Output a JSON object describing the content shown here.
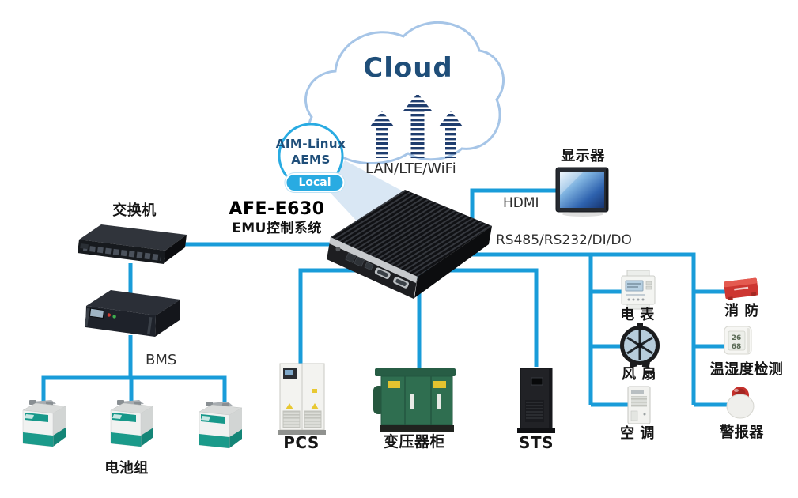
{
  "cloud": {
    "label": "Cloud",
    "uplink": "LAN/LTE/WiFi"
  },
  "gateway": {
    "model": "AFE-E630",
    "subtitle": "EMU控制系统",
    "badge_line1": "AIM-Linux",
    "badge_line2": "AEMS",
    "badge_tag": "Local"
  },
  "links": {
    "hdmi": "HDMI",
    "serial": "RS485/RS232/DI/DO",
    "bms": "BMS"
  },
  "nodes": {
    "switch": "交换机",
    "battery_group": "电池组",
    "pcs": "PCS",
    "transformer": "变压器柜",
    "sts": "STS",
    "display": "显示器",
    "meter": "电 表",
    "fan": "风 扇",
    "ac": "空 调",
    "fire": "消 防",
    "temp_humidity": "温湿度检测",
    "alarm": "警报器"
  },
  "sensor_readings": {
    "temperature": "26",
    "humidity": "68"
  },
  "icons": [
    "cloud-icon",
    "upload-arrows-icon",
    "gateway-device-icon",
    "switch-icon",
    "bms-icon",
    "battery-cell-icon",
    "pcs-cabinet-icon",
    "transformer-cabinet-icon",
    "sts-cabinet-icon",
    "monitor-icon",
    "power-meter-icon",
    "fan-icon",
    "air-conditioner-icon",
    "fire-module-icon",
    "temp-humidity-sensor-icon",
    "alarm-siren-icon"
  ],
  "colors": {
    "line": "#199CD9",
    "navy_text": "#1F4E79",
    "badge_cyan": "#29ABE2",
    "arrow_navy": "#1F3D6E",
    "cloud_outline": "#A6C5E7",
    "battery_teal": "#1B9A8A",
    "transformer_green": "#2F6E50",
    "fire_red": "#CD3631"
  }
}
